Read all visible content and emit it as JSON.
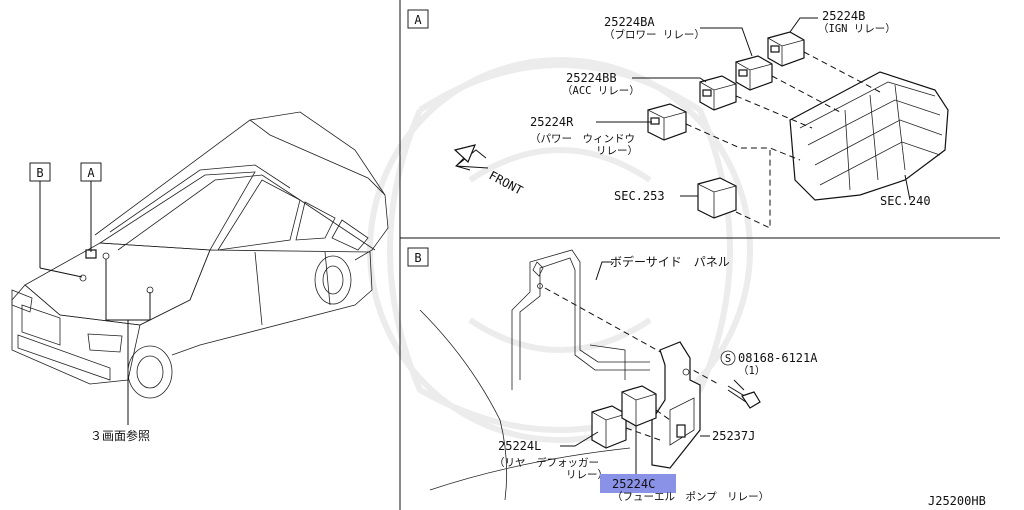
{
  "callouts": {
    "box_a": "A",
    "box_b": "B",
    "panel_a": "A",
    "panel_b": "B"
  },
  "car": {
    "reference_note": "３画面参照"
  },
  "panel_a": {
    "parts": [
      {
        "code": "25224BA",
        "note": "（ブロワー リレー）"
      },
      {
        "code": "25224B",
        "note": "（IGN リレー）"
      },
      {
        "code": "25224BB",
        "note": "（ACC リレー）"
      },
      {
        "code": "25224R",
        "note": "（パワー　ウィンドウ",
        "note2": "リレー）"
      },
      {
        "code": "SEC.253"
      },
      {
        "code": "SEC.240"
      }
    ],
    "front_label": "FRONT"
  },
  "panel_b": {
    "panel_label": "ボデーサイド　パネル",
    "bolt_code": "08168-6121A",
    "bolt_qty": "（1）",
    "bolt_symbol": "S",
    "bracket_code": "25237J",
    "relay_l_code": "25224L",
    "relay_l_note": "（リヤ　デフォッガー",
    "relay_l_note2": "リレー）",
    "relay_c_code": "25224C",
    "relay_c_note": "（フューエル　ポンプ　リレー）"
  },
  "diagram_id": "J25200HB",
  "colors": {
    "highlight": "#8a92e8"
  }
}
